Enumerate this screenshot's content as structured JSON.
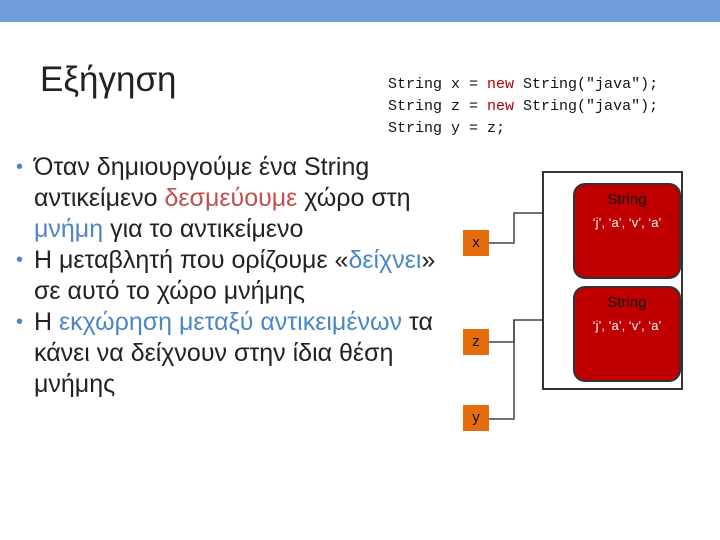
{
  "title": "Εξήγηση",
  "code": {
    "lines": [
      {
        "decl": "String x = ",
        "kw": "new",
        "rest": " String(\"java\");"
      },
      {
        "decl": "String z = ",
        "kw": "new",
        "rest": " String(\"java\");"
      },
      {
        "decl": "String y = z;",
        "kw": "",
        "rest": ""
      }
    ]
  },
  "bullets": {
    "b1": {
      "t1": "Όταν δημιουργούμε ένα String αντικείμενο ",
      "h1": "δεσμεύουμε",
      "t2": " χώρο στη ",
      "h2": "μνήμη",
      "t3": " για το αντικείμενο"
    },
    "b2": {
      "t1": "Η μεταβλητή που ορίζουμε «",
      "h1": "δείχνει",
      "t2": "» σε αυτό το χώρο μνήμης"
    },
    "b3": {
      "t1": "Η ",
      "h1": "εκχώρηση μεταξύ αντικειμένων",
      "t2": " τα κάνει να δείχνουν στην ίδια θέση μνήμης"
    }
  },
  "diagram": {
    "vars": [
      "x",
      "z",
      "y"
    ],
    "objects": [
      {
        "type": "String",
        "value": "‘j’, ‘a’, ‘v’, ‘a’"
      },
      {
        "type": "String",
        "value": "‘j’, ‘a’, ‘v’, ‘a’"
      }
    ]
  },
  "colors": {
    "header_bar": "#6f9fd8",
    "variable_box": "#e46c0a",
    "object_fill": "#c00000",
    "highlight": "#c0504d",
    "bullet": "#4a86c8"
  }
}
